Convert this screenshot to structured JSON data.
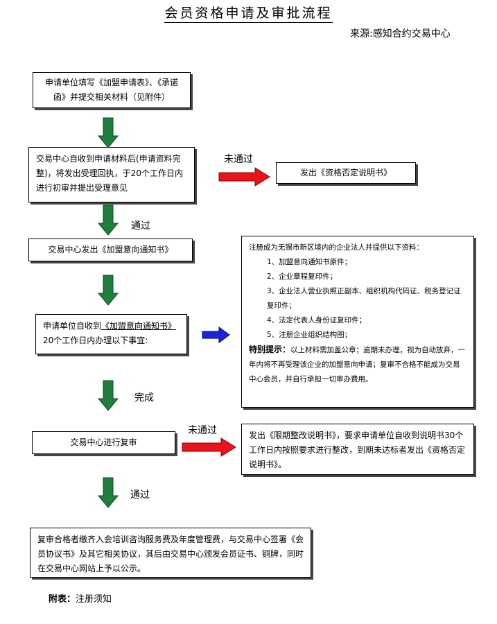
{
  "title": "会员资格申请及审批流程",
  "source": "来源:感知合约交易中心",
  "steps": {
    "s1": "申请单位填写《加盟申请表》、《承诺函》并提交相关材料（见附件）",
    "s2": "交易中心自收到申请材料后(申请资料完整)，将发出受理回执，于20个工作日内进行初审并提出受理意见",
    "s3": "交易中心发出《加盟意向通知书》",
    "s4_prefix": "申请单位自收到",
    "s4_link": "《加盟意向通知书》",
    "s4_suffix": "20个工作日内办理以下事宜:",
    "s5": "交易中心进行复审",
    "s6": "复审合格者缴齐入会培训咨询服务费及年度管理费，与交易中心签署《会员协议书》及其它相关协议，其后由交易中心颁发会员证书、铜牌，同时在交易中心网站上予以公示。"
  },
  "side": {
    "reject1": "发出《资格否定说明书》",
    "requirements": {
      "intro": "注册成为无锡市新区境内的企业法人并提供以下资料：",
      "items": [
        "1、加盟意向通知书原件；",
        "2、企业章程复印件；",
        "3、企业法人营业执照正副本、组织机构代码证、税务登记证复印件；",
        "4、法定代表人身份证复印件；",
        "5、注册企业组织结构图；"
      ],
      "tip_label": "特别提示：",
      "tip_text": "以上材料需加盖公章；逾期未办理，视为自动放弃，一年内将不再受理该企业的加盟意向申请；复审不合格不能成为交易中心会员，并自行承担一切审办费用。"
    },
    "reject2": "发出《限期整改说明书》，要求申请单位自收到说明书30个工作日内按照要求进行整改，到期未达标者发出《资格否定说明书》。"
  },
  "labels": {
    "pass": "通过",
    "fail": "未通过",
    "done": "完成"
  },
  "footer": {
    "label": "附表：",
    "text": "注册须知"
  },
  "colors": {
    "down_arrow": "#1f7f3d",
    "fail_arrow": "#e8141b",
    "info_arrow": "#1a25d8"
  },
  "icons": [
    "down-arrow-icon",
    "right-arrow-icon"
  ]
}
